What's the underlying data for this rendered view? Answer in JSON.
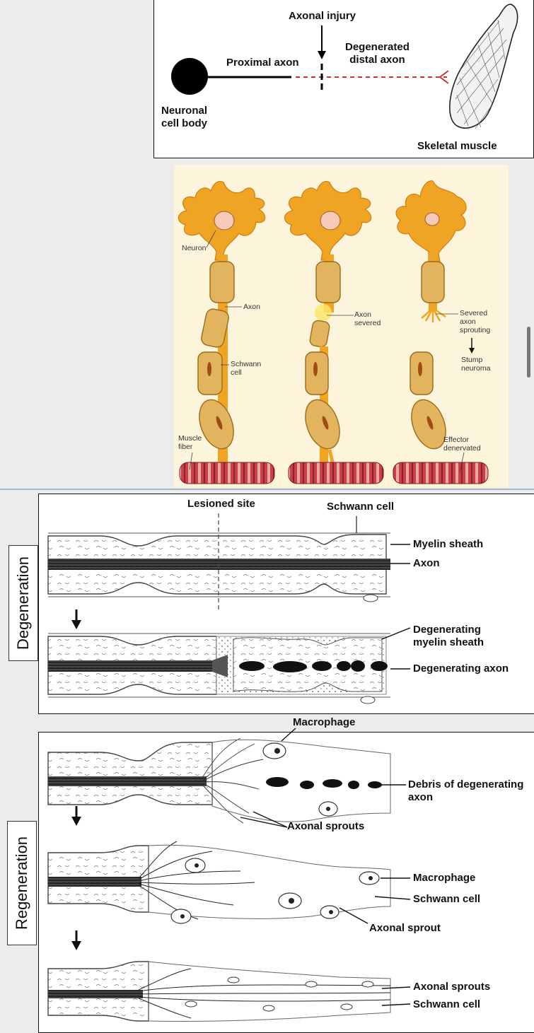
{
  "panel1": {
    "axonal_injury": "Axonal injury",
    "proximal_axon": "Proximal axon",
    "degenerated_distal_axon": "Degenerated\ndistal axon",
    "neuronal_cell_body": "Neuronal\ncell body",
    "skeletal_muscle": "Skeletal muscle"
  },
  "panel2": {
    "neuron": "Neuron",
    "axon": "Axon",
    "schwann_cell": "Schwann\ncell",
    "muscle_fiber": "Muscle\nfiber",
    "axon_severed": "Axon\nsevered",
    "severed_axon_sprouting": "Severed\naxon\nsprouting",
    "stump_neuroma": "Stump\nneuroma",
    "effector_denervated": "Effector\ndenervated"
  },
  "panel3": {
    "side_label": "Degeneration",
    "lesioned_site": "Lesioned site",
    "schwann_cell": "Schwann cell",
    "myelin_sheath": "Myelin sheath",
    "axon": "Axon",
    "degenerating_myelin_sheath": "Degenerating\nmyelin sheath",
    "degenerating_axon": "Degenerating axon"
  },
  "panel4": {
    "side_label": "Regeneration",
    "macrophage_top": "Macrophage",
    "debris": "Debris of degenerating\naxon",
    "axonal_sprouts_top": "Axonal sprouts",
    "macrophage_mid": "Macrophage",
    "schwann_cell_mid": "Schwann cell",
    "axonal_sprout": "Axonal sprout",
    "axonal_sprouts_bottom": "Axonal sprouts",
    "schwann_cell_bottom": "Schwann cell"
  },
  "colors": {
    "neuron_orange": "#f0a424",
    "dashed_red": "#cc3333",
    "panel2_bg": "#fdf4dc",
    "muscle_red": "#b8343a",
    "divider": "#9fb8cc"
  }
}
